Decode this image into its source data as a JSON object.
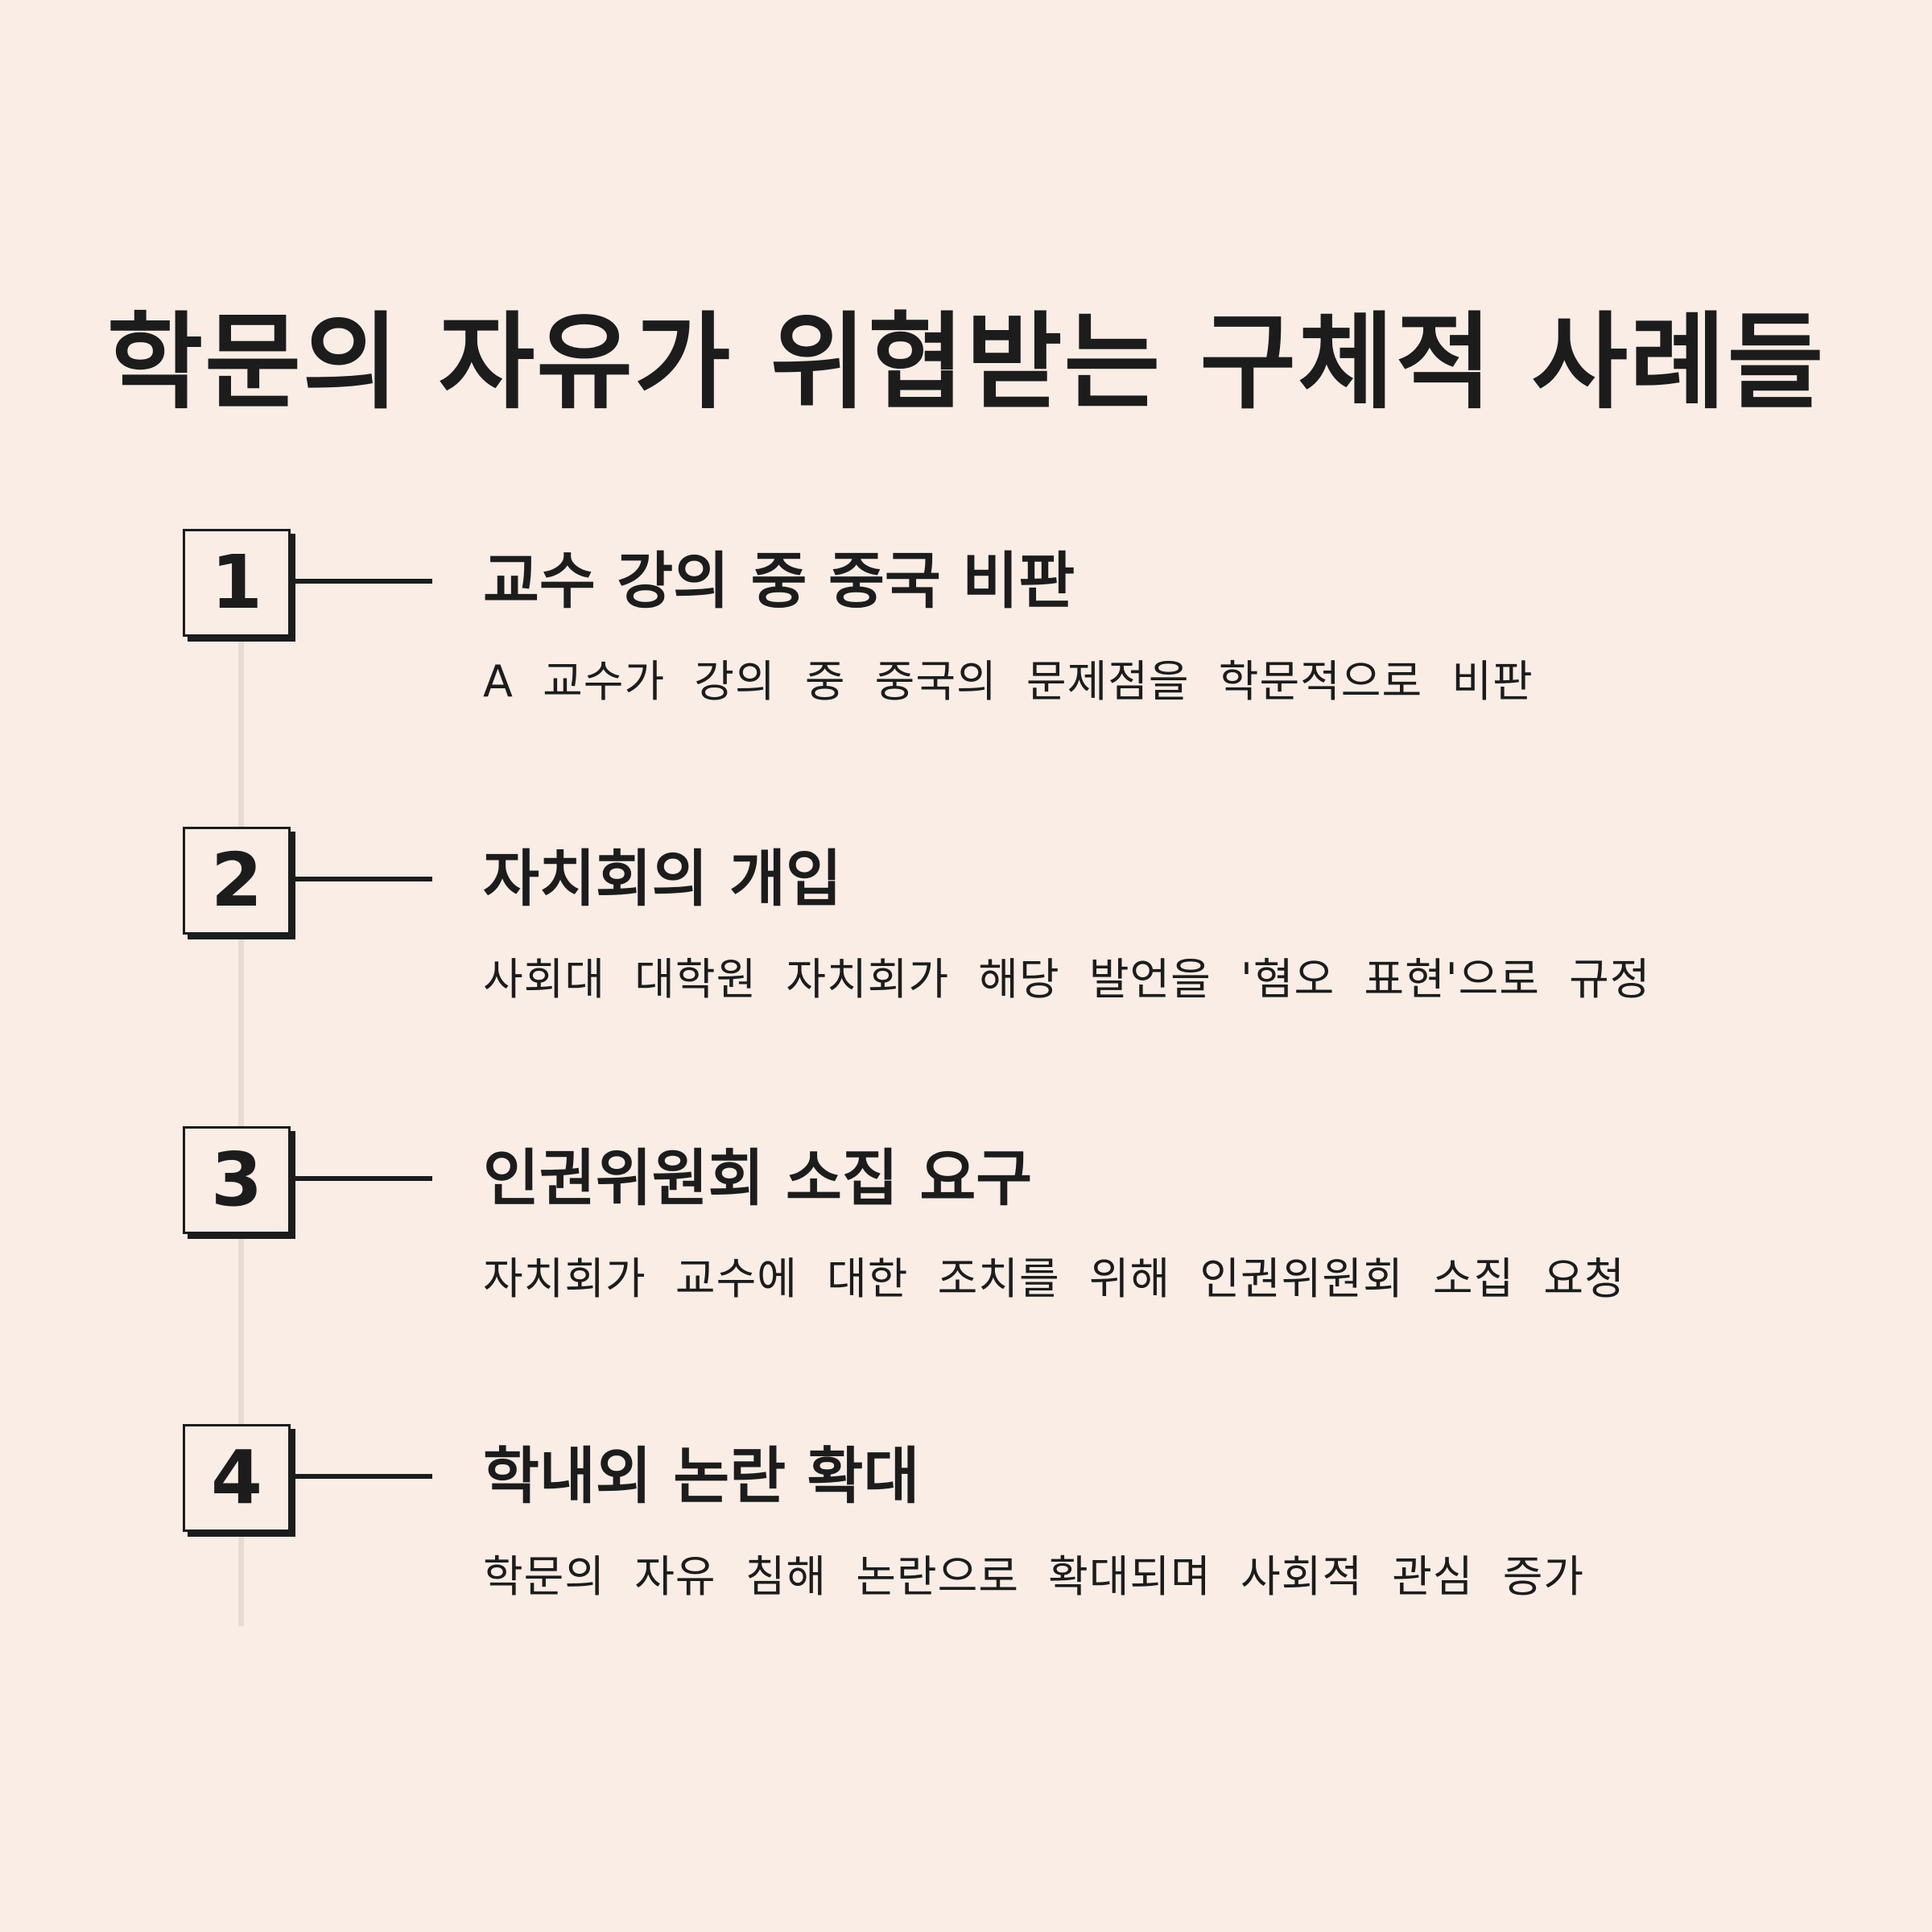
{
  "title": "학문의 자유가 위협받는 구체적 사례들",
  "steps": [
    {
      "number": "1",
      "heading": "교수 강의 중 중국 비판",
      "description": "A 교수가 강의 중 중국의 문제점을 학문적으로 비판"
    },
    {
      "number": "2",
      "heading": "자치회의 개입",
      "description": "사회대 대학원 자치회가 해당 발언을 '혐오 표현'으로 규정"
    },
    {
      "number": "3",
      "heading": "인권위원회 소집 요구",
      "description": "자치회가 교수에 대한 조치를 위해 인권위원회 소집 요청"
    },
    {
      "number": "4",
      "heading": "학내외 논란 확대",
      "description": "학문의 자유 침해 논란으로 확대되며 사회적 관심 증가"
    }
  ]
}
